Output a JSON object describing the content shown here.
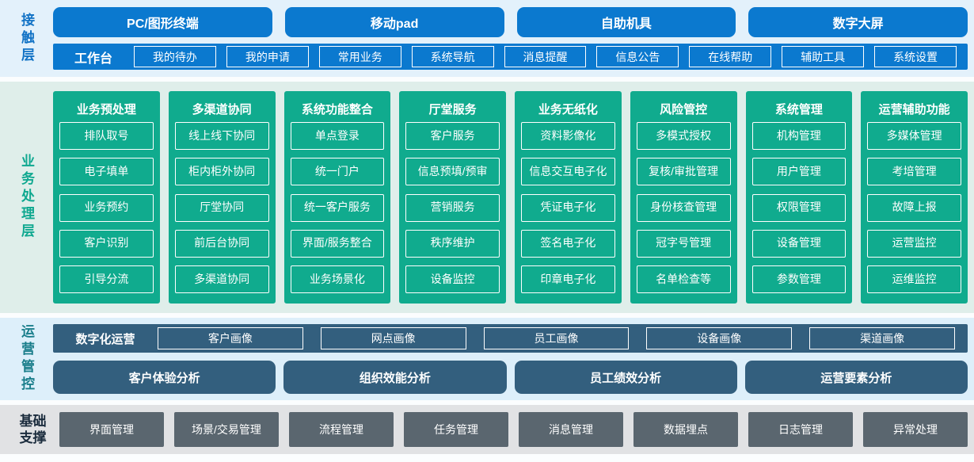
{
  "colors": {
    "blue": "#0b79cf",
    "green": "#10ab8e",
    "steel": "#335f7e",
    "gray": "#5a666f",
    "band-contact": "#e3f1fb",
    "band-business": "#dfeeea",
    "band-ops": "#ddeffa",
    "band-foundation": "#e1e2e4",
    "label-contact": "#1172c5",
    "label-business": "#0fa890",
    "label-ops": "#1a7e8b",
    "label-foundation": "#1b2c3d"
  },
  "contact_layer": {
    "label": "接触层",
    "terminals": [
      "PC/图形终端",
      "移动pad",
      "自助机具",
      "数字大屏"
    ],
    "workbench": {
      "label": "工作台",
      "items": [
        "我的待办",
        "我的申请",
        "常用业务",
        "系统导航",
        "消息提醒",
        "信息公告",
        "在线帮助",
        "辅助工具",
        "系统设置"
      ]
    }
  },
  "business_layer": {
    "label": "业务处理层",
    "columns": [
      {
        "title": "业务预处理",
        "items": [
          "排队取号",
          "电子填单",
          "业务预约",
          "客户识别",
          "引导分流"
        ]
      },
      {
        "title": "多渠道协同",
        "items": [
          "线上线下协同",
          "柜内柜外协同",
          "厅堂协同",
          "前后台协同",
          "多渠道协同"
        ]
      },
      {
        "title": "系统功能整合",
        "items": [
          "单点登录",
          "统一门户",
          "统一客户服务",
          "界面/服务整合",
          "业务场景化"
        ]
      },
      {
        "title": "厅堂服务",
        "items": [
          "客户服务",
          "信息预填/预审",
          "营销服务",
          "秩序维护",
          "设备监控"
        ]
      },
      {
        "title": "业务无纸化",
        "items": [
          "资料影像化",
          "信息交互电子化",
          "凭证电子化",
          "签名电子化",
          "印章电子化"
        ]
      },
      {
        "title": "风险管控",
        "items": [
          "多模式授权",
          "复核/审批管理",
          "身份核查管理",
          "冠字号管理",
          "名单检查等"
        ]
      },
      {
        "title": "系统管理",
        "items": [
          "机构管理",
          "用户管理",
          "权限管理",
          "设备管理",
          "参数管理"
        ]
      },
      {
        "title": "运营辅助功能",
        "items": [
          "多媒体管理",
          "考培管理",
          "故障上报",
          "运营监控",
          "运维监控"
        ]
      }
    ]
  },
  "ops_layer": {
    "label": "运营管控",
    "digital_ops_label": "数字化运营",
    "profiles": [
      "客户画像",
      "网点画像",
      "员工画像",
      "设备画像",
      "渠道画像"
    ],
    "analyses": [
      "客户体验分析",
      "组织效能分析",
      "员工绩效分析",
      "运营要素分析"
    ]
  },
  "foundation_layer": {
    "label": "基础支撑",
    "items": [
      "界面管理",
      "场景/交易管理",
      "流程管理",
      "任务管理",
      "消息管理",
      "数据埋点",
      "日志管理",
      "异常处理"
    ]
  }
}
